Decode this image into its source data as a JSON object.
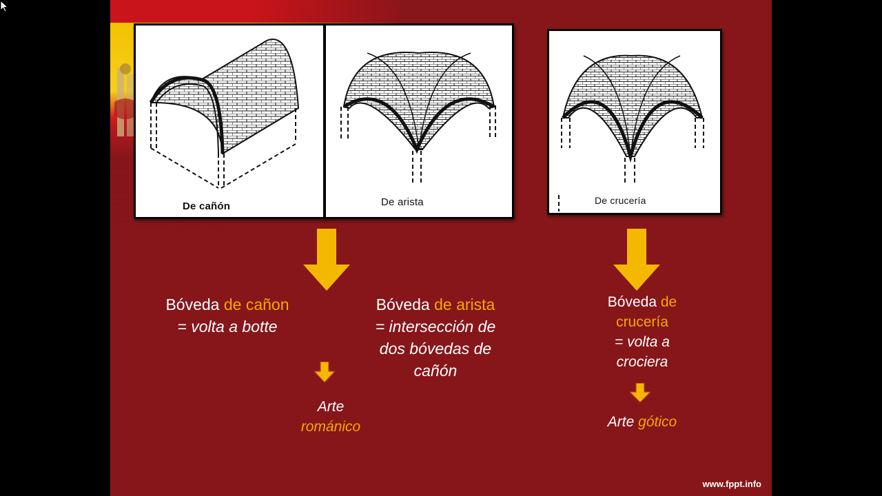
{
  "panels": {
    "canon_label": "De cañón",
    "arista_label": "De arista",
    "cruceria_label": "De crucería"
  },
  "captions": {
    "canon": {
      "line1_plain": "Bóveda ",
      "line1_hl": "de cañon",
      "line2": "= volta a botte"
    },
    "arista": {
      "line1_plain": "Bóveda ",
      "line1_hl": "de arista",
      "line2": "= intersección de",
      "line3": "dos bóvedas de",
      "line4": "cañón"
    },
    "cruceria": {
      "line1_plain": "Bóveda ",
      "line1_hl": "de",
      "line2_hl": "crucería",
      "line3": "= volta a",
      "line4": "crociera"
    }
  },
  "subs": {
    "romanico": {
      "plain": "Arte",
      "hl": "románico"
    },
    "gotico": {
      "plain": "Arte ",
      "hl": "gótico"
    }
  },
  "footer": "www.fppt.info",
  "colors": {
    "background": "#86161a",
    "highlight": "#f5a800",
    "arrow": "#f5b800"
  }
}
